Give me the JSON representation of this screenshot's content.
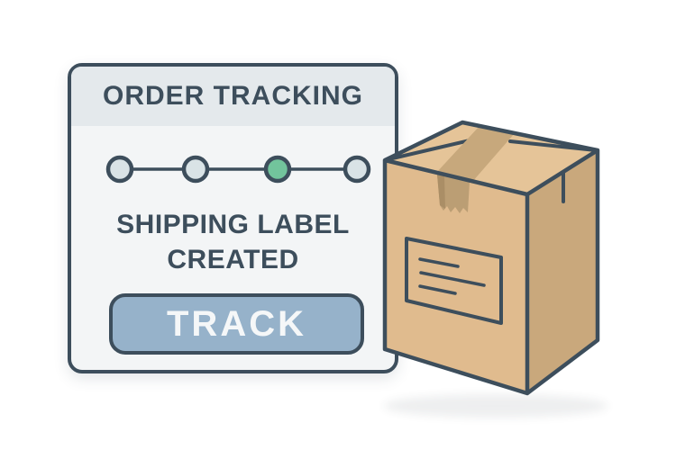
{
  "window": {
    "background": "#ffffff"
  },
  "colors": {
    "outline": "#3d4e5c",
    "card_body": "#f3f5f6",
    "card_header": "#e4e9ec",
    "step_incomplete": "#d9e3e6",
    "step_active": "#72c49c",
    "button_fill": "#96b2ca",
    "button_text": "#f5f7f8",
    "box_top": "#e5c498",
    "box_front": "#e0bb8e",
    "box_side": "#c9a87c",
    "tape_top": "#c7a87c",
    "tape_front": "#bb9e74",
    "tape_edge": "#aa8e66"
  },
  "card": {
    "title": "ORDER TRACKING",
    "progress": {
      "steps": [
        {
          "id": 1,
          "state": "incomplete"
        },
        {
          "id": 2,
          "state": "incomplete"
        },
        {
          "id": 3,
          "state": "active"
        },
        {
          "id": 4,
          "state": "incomplete"
        }
      ]
    },
    "status": {
      "line1": "SHIPPING LABEL",
      "line2": "CREATED"
    },
    "button": {
      "label": "TRACK"
    }
  },
  "box": {
    "description": "sealed cardboard package with packing tape and blank shipping label",
    "label_line_count": 3
  }
}
